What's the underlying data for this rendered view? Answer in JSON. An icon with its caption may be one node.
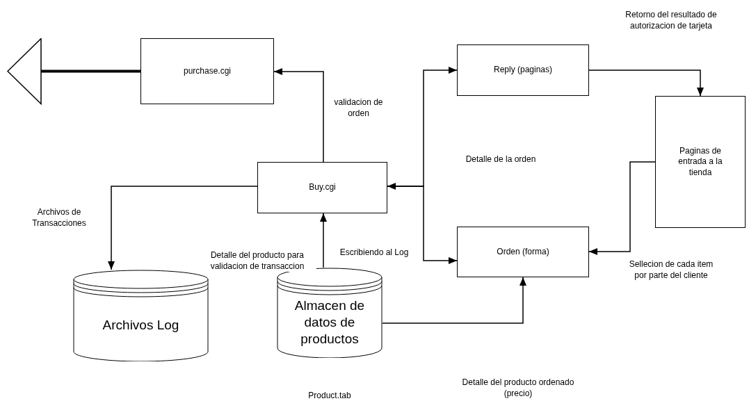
{
  "diagram": {
    "nodes": [
      {
        "text": [
          "purchase.cgi"
        ]
      },
      {
        "text": [
          "Reply (paginas)"
        ]
      },
      {
        "text": [
          "Paginas de entrada a la tienda"
        ]
      },
      {
        "text": [
          "Buy.cgi"
        ]
      },
      {
        "text": [
          "Orden (forma)"
        ]
      },
      {
        "text": [
          "Archivos Log"
        ]
      },
      {
        "text": [
          "Almacen de datos de productos"
        ]
      }
    ],
    "edges": [
      {
        "from": 0,
        "to": null,
        "arrow": "to",
        "style": "thick"
      },
      {
        "from": 3,
        "to": 0,
        "arrow": "to",
        "label": "validacion de orden"
      },
      {
        "from": 3,
        "to": 1,
        "arrow": "to"
      },
      {
        "from": 3,
        "to": 4,
        "arrow": "both"
      },
      {
        "from": 1,
        "to": 2,
        "arrow": "to",
        "label": "Retorno del resultado de autorizacion de tarjeta"
      },
      {
        "from": 2,
        "to": 4,
        "arrow": "to",
        "label": "Sellecion de cada item por parte del cliente"
      },
      {
        "from": 3,
        "to": 5,
        "arrow": "to",
        "label": "Archivos de Transacciones"
      },
      {
        "from": 6,
        "to": 3,
        "arrow": "to",
        "label": "Detalle del producto para validacion de transaccion"
      },
      {
        "from": 6,
        "to": 4,
        "arrow": "to"
      }
    ],
    "labels": [
      "Detalle de la orden",
      "Escribiendo al Log",
      "Product.tab",
      "Detalle del producto ordenado (precio)"
    ]
  }
}
